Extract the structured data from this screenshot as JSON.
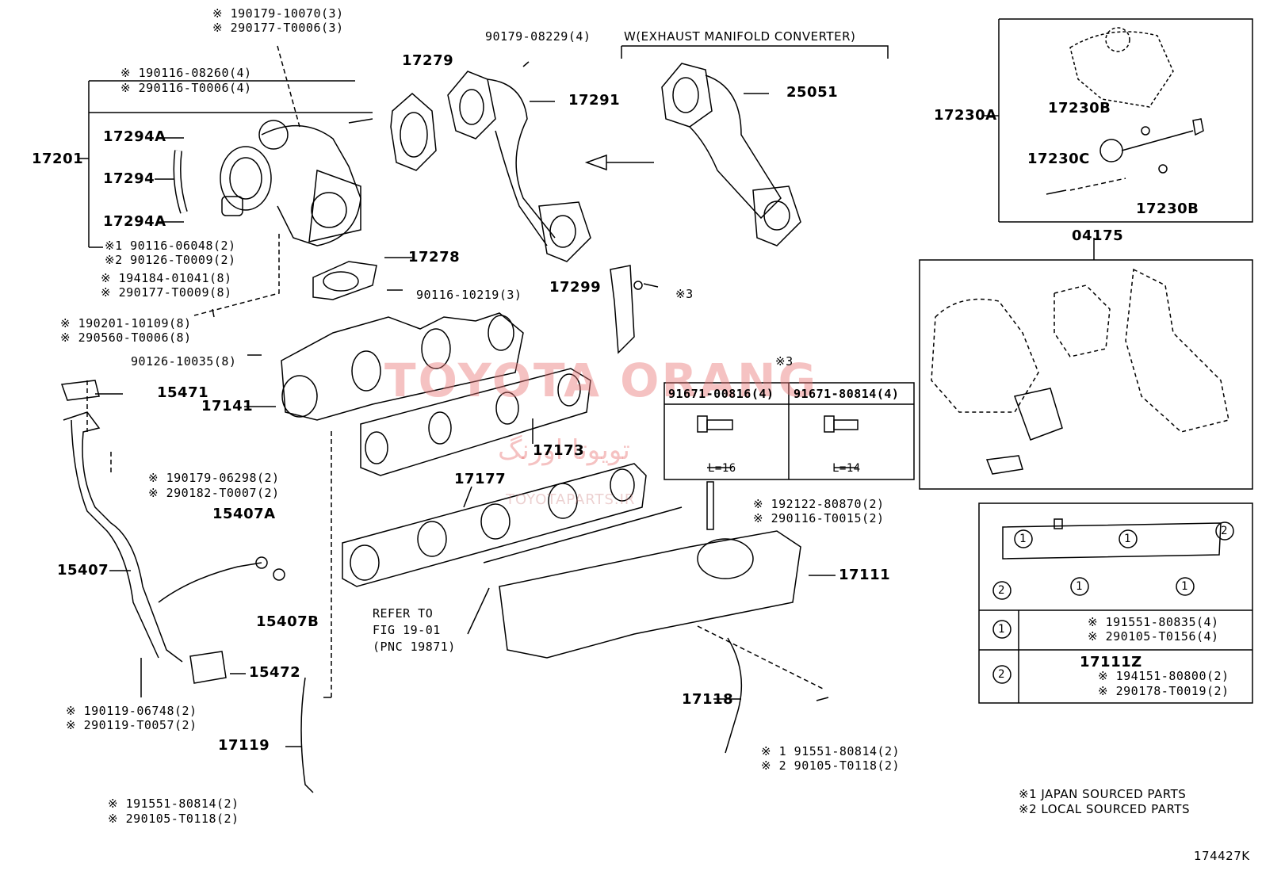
{
  "header": {
    "variant_title": "W(EXHAUST MANIFOLD CONVERTER)"
  },
  "watermark": {
    "brand": "TOYOTA ORANG",
    "persian": "تویوتا اورنگ",
    "site": "TOYOTAPARTS.IR"
  },
  "callouts": {
    "c_17201": "17201",
    "c_17294A_top": "17294A",
    "c_17294": "17294",
    "c_17294A_bot": "17294A",
    "c_17279": "17279",
    "c_17291": "17291",
    "c_25051": "25051",
    "c_17278": "17278",
    "c_17299": "17299",
    "c_15471": "15471",
    "c_17141": "17141",
    "c_17173": "17173",
    "c_17177": "17177",
    "c_15407A": "15407A",
    "c_15407": "15407",
    "c_15407B": "15407B",
    "c_15472": "15472",
    "c_17111": "17111",
    "c_17118": "17118",
    "c_17119": "17119",
    "c_17230A": "17230A",
    "c_17230B_top": "17230B",
    "c_17230C": "17230C",
    "c_17230B_bot": "17230B",
    "c_04175": "04175",
    "c_17111Z": "17111Z"
  },
  "notes": {
    "n1a": "※ 190179-10070(3)",
    "n1b": "※ 290177-T0006(3)",
    "n2a": "※ 190116-08260(4)",
    "n2b": "※ 290116-T0006(4)",
    "n3a": "※1 90116-06048(2)",
    "n3b": "※2 90126-T0009(2)",
    "n4a": "※ 194184-01041(8)",
    "n4b": "※ 290177-T0009(8)",
    "n5a": "※ 190201-10109(8)",
    "n5b": "※ 290560-T0006(8)",
    "n6": "90126-10035(8)",
    "n7": "90179-08229(4)",
    "n8": "90116-10219(3)",
    "n9": "※3",
    "n10a": "※ 190179-06298(2)",
    "n10b": "※ 290182-T0007(2)",
    "n11a": "※ 190119-06748(2)",
    "n11b": "※ 290119-T0057(2)",
    "n12a": "※ 191551-80814(2)",
    "n12b": "※ 290105-T0118(2)",
    "n13a": "※ 192122-80870(2)",
    "n13b": "※ 290116-T0015(2)",
    "n14a": "※ 1 91551-80814(2)",
    "n14b": "※ 2 90105-T0118(2)",
    "refer1": "REFER TO",
    "refer2": "FIG 19-01",
    "refer3": "(PNC 19871)"
  },
  "bolt_table": {
    "header": "※3",
    "left_part": "91671-00816(4)",
    "left_len": "L=16",
    "right_part": "91671-80814(4)",
    "right_len": "L=14"
  },
  "legend_box": {
    "marker1": "1",
    "marker2": "2",
    "row1_a": "※ 191551-80835(4)",
    "row1_b": "※ 290105-T0156(4)",
    "row2_a": "※ 194151-80800(2)",
    "row2_b": "※ 290178-T0019(2)"
  },
  "footnotes": {
    "f1": "※1 JAPAN SOURCED PARTS",
    "f2": "※2 LOCAL SOURCED PARTS"
  },
  "figure_id": "174427K"
}
